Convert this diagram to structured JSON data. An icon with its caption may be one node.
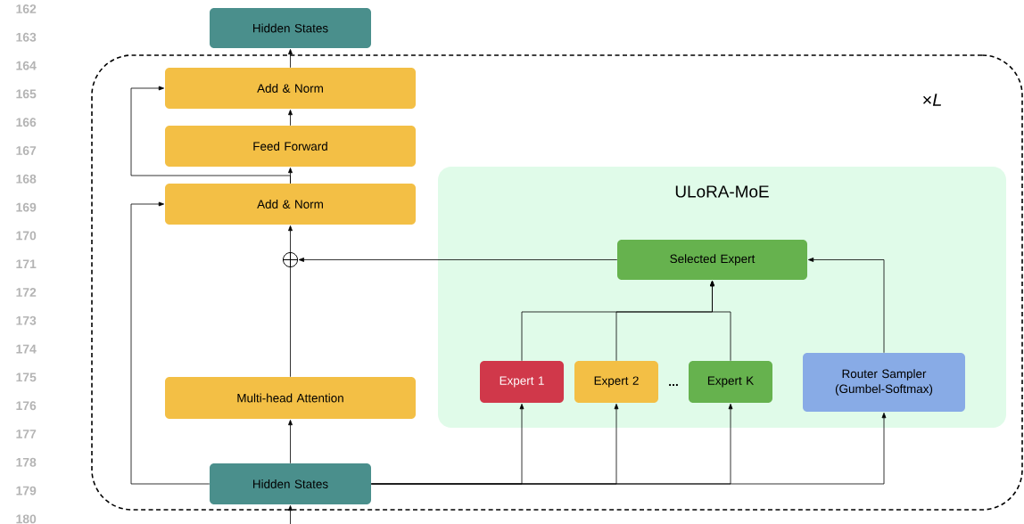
{
  "diagram": {
    "nodes": [
      {
        "text": [
          "Hidden States"
        ]
      },
      {
        "text": [
          "×*L*"
        ]
      },
      {
        "text": [
          "Add & Norm"
        ],
        "in": 1
      },
      {
        "text": [
          "Feed Forward"
        ],
        "in": 1
      },
      {
        "text": [
          "Add & Norm"
        ],
        "in": 1
      },
      {
        "text": [],
        "shape": "circle",
        "in": 1
      },
      {
        "text": [
          "ULoRA-MoE"
        ],
        "in": 1
      },
      {
        "text": [
          "Selected Expert"
        ],
        "in": 6
      },
      {
        "text": [
          "Expert 1"
        ],
        "in": 6
      },
      {
        "text": [
          "Expert 2"
        ],
        "in": 6
      },
      {
        "text": [
          "Expert K"
        ],
        "in": 6
      },
      {
        "text": [
          "Router Sampler (Gumbel-Softmax)"
        ],
        "in": 6
      },
      {
        "text": [
          "Multi-head Attention"
        ],
        "in": 1
      },
      {
        "text": [
          "Hidden States"
        ],
        "in": 1
      }
    ],
    "edges": [
      {
        "from": null,
        "to": 13,
        "arrow": "to"
      },
      {
        "from": 13,
        "to": 12,
        "arrow": "to"
      },
      {
        "from": 12,
        "to": 5,
        "arrow": "none"
      },
      {
        "from": 5,
        "to": 4,
        "arrow": "to"
      },
      {
        "from": 13,
        "to": 4,
        "arrow": "to"
      },
      {
        "from": 4,
        "to": 3,
        "arrow": "to"
      },
      {
        "from": 4,
        "to": 2,
        "arrow": "to"
      },
      {
        "from": 3,
        "to": 2,
        "arrow": "to"
      },
      {
        "from": 2,
        "to": 0,
        "arrow": "to"
      },
      {
        "from": 7,
        "to": 5,
        "arrow": "to"
      },
      {
        "from": 13,
        "to": 8,
        "arrow": "to"
      },
      {
        "from": 13,
        "to": 9,
        "arrow": "to"
      },
      {
        "from": 13,
        "to": 10,
        "arrow": "to"
      },
      {
        "from": 13,
        "to": 11,
        "arrow": "to"
      },
      {
        "from": 8,
        "to": 7,
        "arrow": "to"
      },
      {
        "from": 9,
        "to": 7,
        "arrow": "to"
      },
      {
        "from": 10,
        "to": 7,
        "arrow": "to"
      },
      {
        "from": 11,
        "to": 7,
        "arrow": "to"
      }
    ],
    "labels": [
      "162",
      "163",
      "164",
      "165",
      "166",
      "167",
      "168",
      "169",
      "170",
      "171",
      "172",
      "173",
      "174",
      "175",
      "176",
      "177",
      "178",
      "179",
      "180",
      "..."
    ]
  }
}
